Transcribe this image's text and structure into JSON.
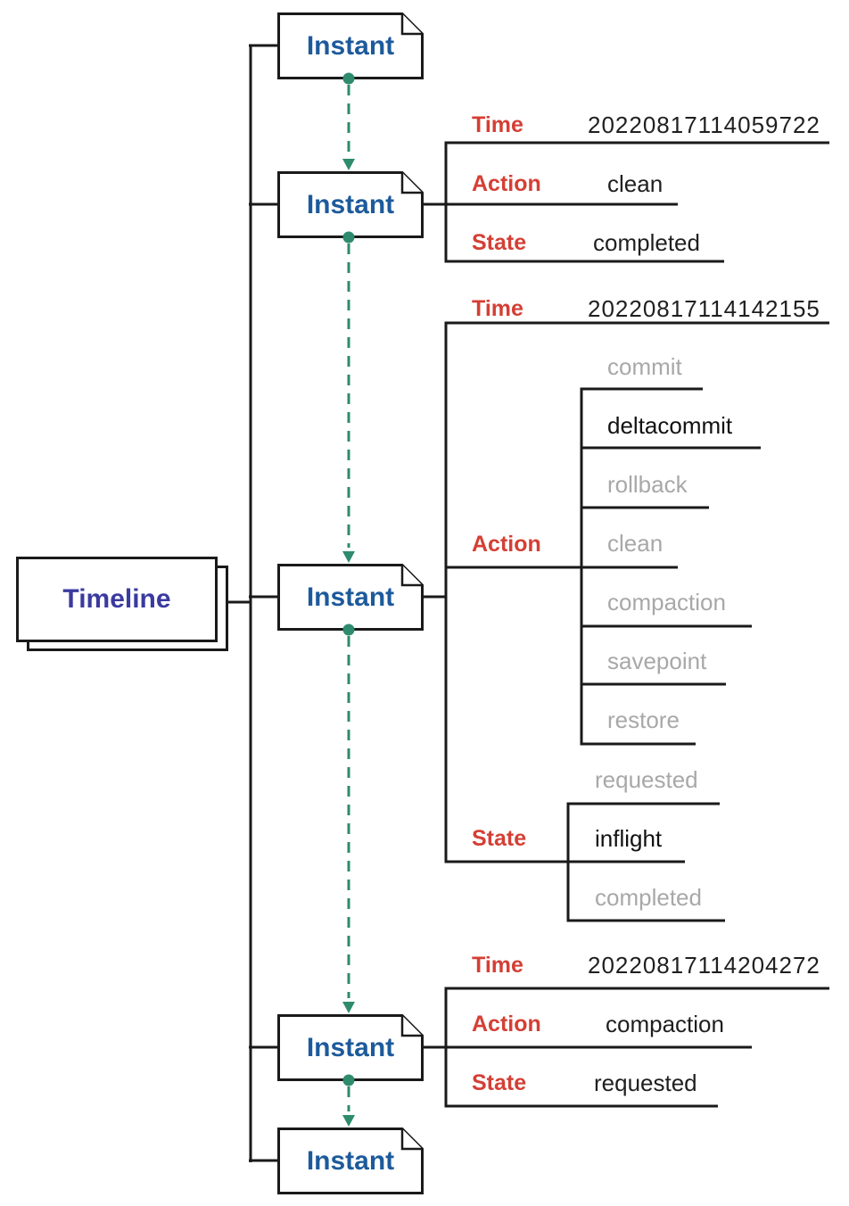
{
  "colors": {
    "line": "#1a1a1a",
    "instant_text": "#1d5a9b",
    "timeline_text": "#3b3aa0",
    "field_label": "#d43f35",
    "value_text": "#1f1f1f",
    "option_muted": "#a8a8a8",
    "flow_arrow_green": "#2e8b6d"
  },
  "timeline": {
    "label": "Timeline"
  },
  "instants": [
    {
      "label": "Instant"
    },
    {
      "label": "Instant"
    },
    {
      "label": "Instant"
    },
    {
      "label": "Instant"
    },
    {
      "label": "Instant"
    }
  ],
  "blocks": [
    {
      "fields": {
        "time": {
          "label": "Time",
          "value": "20220817114059722"
        },
        "action": {
          "label": "Action",
          "value": "clean"
        },
        "state": {
          "label": "State",
          "value": "completed"
        }
      }
    },
    {
      "fields": {
        "time": {
          "label": "Time",
          "value": "20220817114142155"
        },
        "action": {
          "label": "Action",
          "options": [
            {
              "label": "commit",
              "selected": false
            },
            {
              "label": "deltacommit",
              "selected": true
            },
            {
              "label": "rollback",
              "selected": false
            },
            {
              "label": "clean",
              "selected": false
            },
            {
              "label": "compaction",
              "selected": false
            },
            {
              "label": "savepoint",
              "selected": false
            },
            {
              "label": "restore",
              "selected": false
            }
          ]
        },
        "state": {
          "label": "State",
          "options": [
            {
              "label": "requested",
              "selected": false
            },
            {
              "label": "inflight",
              "selected": true
            },
            {
              "label": "completed",
              "selected": false
            }
          ]
        }
      }
    },
    {
      "fields": {
        "time": {
          "label": "Time",
          "value": "20220817114204272"
        },
        "action": {
          "label": "Action",
          "value": "compaction"
        },
        "state": {
          "label": "State",
          "value": "requested"
        }
      }
    }
  ]
}
